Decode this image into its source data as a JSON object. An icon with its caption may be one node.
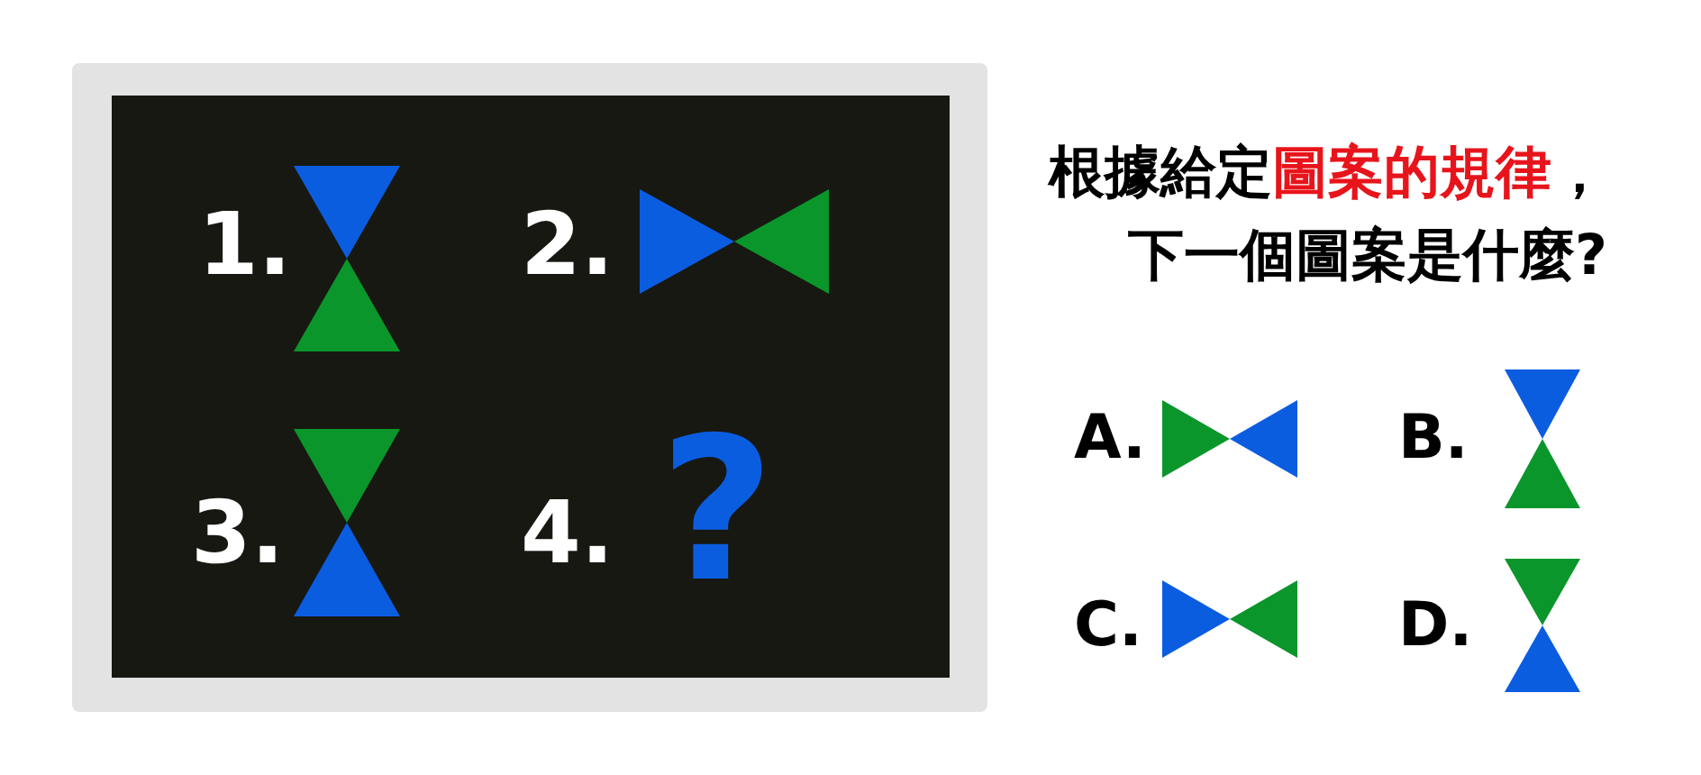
{
  "diagram": {
    "labels": [
      "1.",
      "2.",
      "3.",
      "4.",
      "?",
      "根據給定",
      "圖案的規律",
      "，",
      "下一個圖案是什麼?",
      "A.",
      "B.",
      "C.",
      "D."
    ]
  }
}
